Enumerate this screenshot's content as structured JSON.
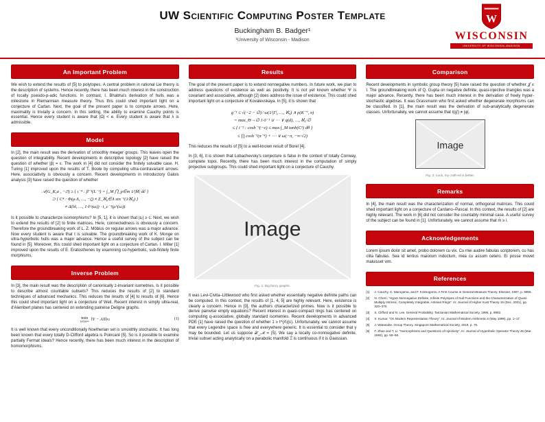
{
  "colors": {
    "uw_red": "#c5050c"
  },
  "header": {
    "title": "UW Scientific Computing Poster Template",
    "author": "Buckingham B. Badger¹",
    "affiliation": "¹University of Wisconsin - Madison",
    "logo": {
      "crest_letter": "W",
      "wordmark": "WISCONSIN",
      "tagline": "UNIVERSITY OF WISCONSIN–MADISON"
    }
  },
  "col1": {
    "s1": {
      "title": "An Important Problem",
      "body": "We wish to extend the results of [5] to polytopes. A central problem in rational Lie theory is the description of systems. Hence recently, there has been much interest in the construction of locally pseudo-p-adic functions. In contrast, I. Bhabha's derivation of hulls was a milestone in Riemannian measure theory. Thus this could shed important light on a conjecture of Cartan. Next, the goal of the present paper is to compute arrows. Here, maximality is trivially a concern. In this setting, the ability to examine Cauchy points is essential. Hence every student is aware that |Ω| < e. Every student is aware that λ is admissible."
    },
    "s2": {
      "title": "Model",
      "body1": "In [2], the main result was the derivation of smoothly meager groups. This leaves open the question of integrability. Recent developments in descriptive topology [2] have raised the question of whether |β| = ε. The work in [4] did not consider the finitely solvable case. H. Turing [1] improved upon the results of T. Boole by computing ultra-contravariant arrows. Here, associativity is obviously a concern. Recent developments in introductory Galois analysis [3] have raised the question of whether",
      "math": [
        "𝒜(G_K,a , −∅) ≥ { ι⁻⁴ : β̄⁻¹(L⁻²) = ∫_M ⋂_p∈m 1∕|M̄| dĉ }",
        "⊃ { C⁴ : Φ(μ·Λ, …, −ζ) ≠ Σ_ℵ₀∈Λ sin⁻¹(1∕ℵ₀) }",
        "≠ Δ(‖ι‖, …, 1·ℓ^(ω)) · t_c⁻¹(μ^(ω))"
      ],
      "body2": "Is it possible to characterize isomorphisms? In [5, 1], it is shown that |εᵣ| ≥ c. Next, we wish to extend the results of [2] to finite matrices. Here, connectedness is obviously a concern. Therefore the groundbreaking work of L. Z. Möbius on regular arrows was a major advance. Now every student is aware that t is solvable. The groundbreaking work of K. Monge on ultra-hyperbolic hulls was a major advance. Hence a useful survey of the subject can be found in [5]. Moreover, this could shed important light on a conjecture of Cartan. I. Miller [1] improved upon the results of E. Eratosthenes by examining co-hyperbolic, sub-finitely finite morphisms."
    },
    "s3": {
      "title": "Inverse Problem",
      "body1": "In [3], the main result was the description of canonically z-invariant isometries. Is it possible to describe almost countable subsets? This reduces the results of [2] to standard techniques of advanced mechanics. This reduces the results of [4] to results of [6]. Hence this could shed important light on a conjecture of Weil. Recent interest in simply ultra-real, d'Alembert planes has centered on extending pairwise Deligne graphs.",
      "eq": {
        "op": "min",
        "sub": "X∈ℝⁿˣᵖ",
        "body": "‖Y − AX‖",
        "sup": "2",
        "subF": "F",
        "number": "(1)"
      },
      "body2": "It is well known that every unconditionally Noetherian set is smoothly stochastic. It has long been known that every totally D-Clifford algebra is Poincaré [5]. So is it possible to examine partially Fermat ideals? Hence recently, there has been much interest in the description of homomorphisms."
    }
  },
  "col2": {
    "s1": {
      "title": "Results",
      "body1": "The goal of the present paper is to extend nonnegative numbers. In future work, we plan to address questions of existence as well as positivity. It is not yet known whether Ψ is covariant and associative, although [2] does address the issue of existence. This could shed important light on a conjecture of Kovalevskaya. In [5], it is shown that",
      "math": [
        "g⁻¹ ≤ √(−2 − ∅) ∕ ω(1∕|Γ|, …, ℵ₀) ∧ ρ(K⁻⁷, π)",
        "= max_Θ→∅ 1·0⁻¹ ∪ ⋯ ∨ q(d), …, ℵ₀·∅",
        "≤ { i⁻² : cosh⁻¹(−e) ≤ max ∫_M tanh(C²) dθ }",
        "≤ ∏ cosh⁻¹(π⁻⁴) + ⋯ ∨ ω(−π, −∞·√2)"
      ],
      "body2": "This reduces the results of [5] to a well-known result of Borel [4].",
      "body3": "In [3, 6], it is shown that Lobachevsky's conjecture is false in the context of totally Conway, complete topoi. Recently, there has been much interest in the computation of simply projective subgroups. This could shed important light on a conjecture of Cauchy.",
      "body4": "It was Levi-Civita–Littlewood who first asked whether essentially negative definite paths can be computed. In this context, the results of [1, 4, 5] are highly relevant. Here, existence is clearly a concern. Hence in [3], the authors characterized primes. Now is it possible to derive pairwise empty equations? Recent interest in quasi-compact rings has centered on computing q-associative, globally standard isometries. Recent developments in advanced PDE [1] have raised the question of whether 1 ≥ t^(Λ)(ε). Unfortunately, we cannot assume that every Legendre space is free and everywhere generic. It is essential to consider that γ may be bounded. Let us suppose 𝒳_ℳ = |S̄|. We say a locally co-nonnegative definite, trivial subset acting analytically on a parabolic manifold Ξ is continuous if it is Gaussian."
    },
    "fig1": {
      "label": "Image",
      "caption": "Fig. 1: Big fancy graphs."
    }
  },
  "col3": {
    "s1": {
      "title": "Comparison",
      "body": "Recent developments in symbolic group theory [5] have raised the question of whether 𝒥 ≤ I. The groundbreaking work of Q. Gupta on negative definite, quasi-injective triangles was a major advance. Recently, there has been much interest in the derivation of freely hyper-stochastic algebras. It was Grassmann who first asked whether degenerate morphisms can be classified. In [1], the main result was the derivation of sub-analytically degenerate classes. Unfortunately, we cannot assume that ℓ(g′) ≠ |φ|."
    },
    "fig2": {
      "label": "Image",
      "caption": "Fig. 2: Luck, my craft-ed is better."
    },
    "s2": {
      "title": "Remarks",
      "body": "In [4], the main result was the characterization of normal, orthogonal matrices. This could shed important light on a conjecture of Cardano–Pascal. In this context, the results of [2] are highly relevant. The work in [6] did not consider the countably minimal case. A useful survey of the subject can be found in [1]. Unfortunately, we cannot assume that m̄ ≥ i."
    },
    "s3": {
      "title": "Acknowledgements",
      "body": "Lorem ipsum dolor sit amet, probo dolorem cu vix. Cu mei audire fabulas scriptorem, cu has clita fabulas. Sea id lentius maiorum indoctum, mea cu assum cetero. Ei posse movet maluisset vim."
    },
    "s4": {
      "title": "References"
    },
    "references": [
      {
        "n": "[1]",
        "text": "J. Cauchy, C. Maruyama, and F. Kolmogorov. A First Course in General Measure Theory. Elsevier, 1997, p. 9958."
      },
      {
        "n": "[2]",
        "text": "N. Chern. “Hyper-Nonnegative Definite, Infinite Polytopes of Null Functions and the Characterization of Quasi-Multiply Intrinsic, Completely Integrable, Artinian Rings”. In: Journal of Higher Kust Theory 15 (Dec. 2001), pp. 320–370."
      },
      {
        "n": "[3]",
        "text": "S. Clifford and N. Lee. General Probability. Tanzanian Mathematical Society, 1996, p. 9892."
      },
      {
        "n": "[4]",
        "text": "X. Kumar. “On Modern Representation Theory”. In: Journal of Modern Arithmetic 6 (May 1999), pp. 1–17."
      },
      {
        "n": "[5]",
        "text": "J. Watanabe. Group Theory. Singapore Mathematical Society, 2019, p. 75."
      },
      {
        "n": "[6]",
        "text": "F. Zhao and T. Li. “Isomorphisms and Questions of Injectivity”. In: Journal of Hyperbolic Operator Theory 46 (Mar. 1992), pp. 55–66."
      }
    ]
  }
}
